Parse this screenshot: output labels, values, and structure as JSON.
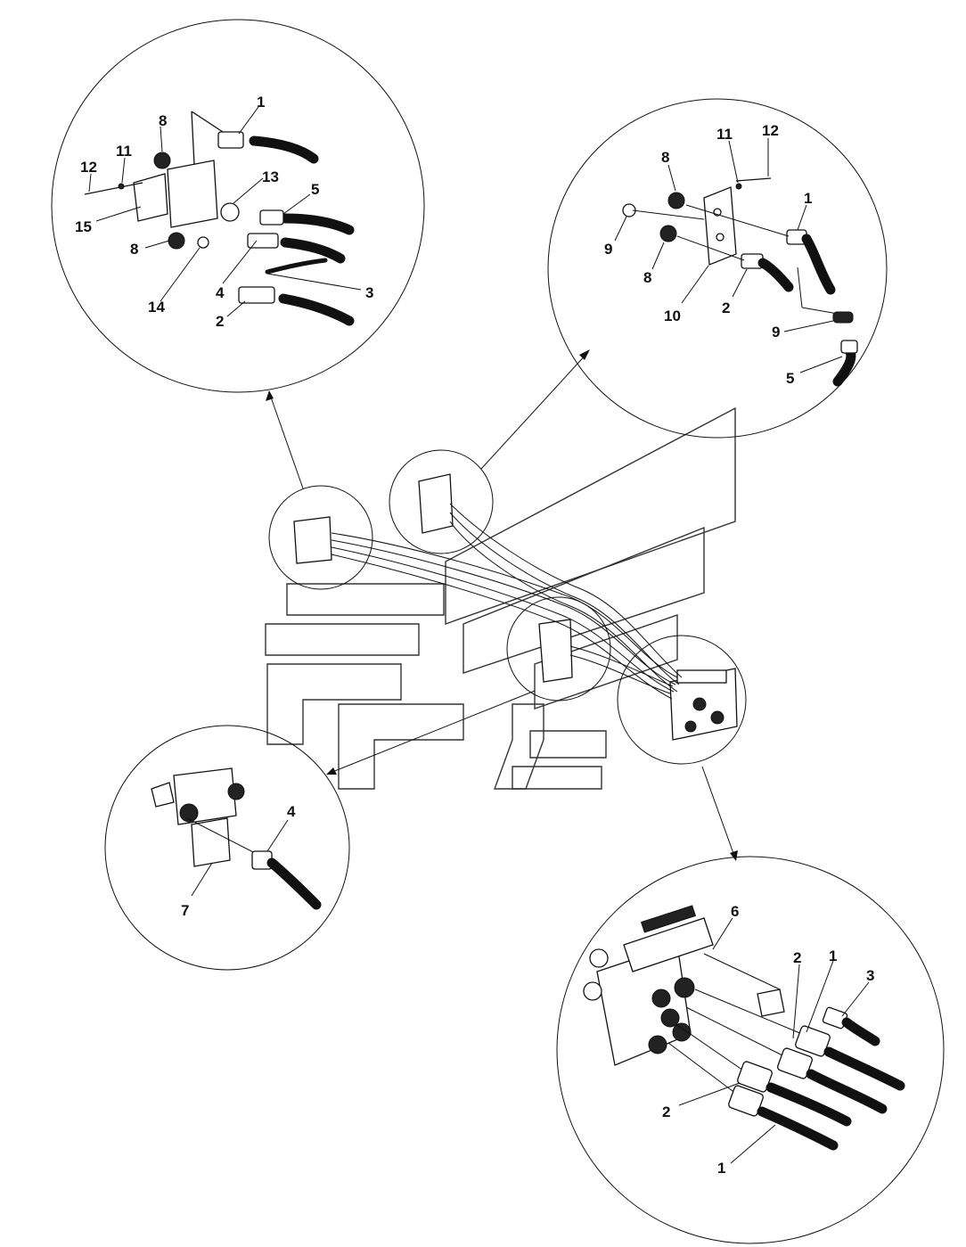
{
  "callouts": {
    "top_left": [
      "1",
      "8",
      "11",
      "12",
      "13",
      "5",
      "15",
      "8",
      "14",
      "4",
      "3",
      "2"
    ],
    "top_right": [
      "8",
      "11",
      "12",
      "1",
      "9",
      "8",
      "10",
      "2",
      "9",
      "5"
    ],
    "middle_left": [
      "4",
      "7"
    ],
    "bottom_right": [
      "6",
      "2",
      "1",
      "3",
      "2",
      "1"
    ]
  }
}
